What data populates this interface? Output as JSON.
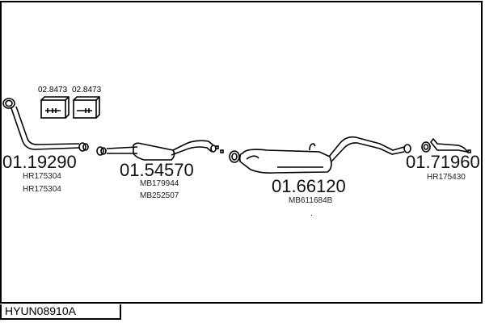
{
  "diagram_code": "HYUN08910A",
  "clamps": [
    {
      "label": "02.8473"
    },
    {
      "label": "02.8473"
    }
  ],
  "parts": [
    {
      "part_number": "01.19290",
      "oe_numbers": [
        "HR175304",
        "HR175304"
      ]
    },
    {
      "part_number": "01.54570",
      "oe_numbers": [
        "MB179944",
        "MB252507"
      ]
    },
    {
      "part_number": "01.66120",
      "oe_numbers": [
        "MB611684B"
      ]
    },
    {
      "part_number": "01.71960",
      "oe_numbers": [
        "HR175430"
      ]
    }
  ]
}
